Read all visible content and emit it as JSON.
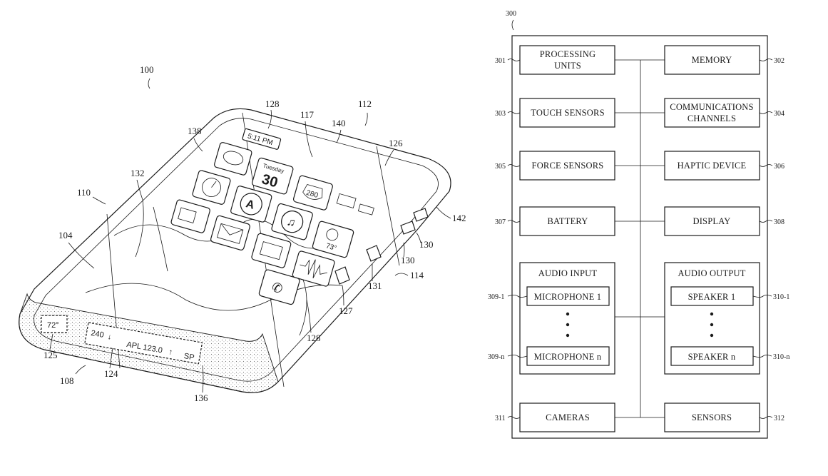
{
  "figure_left": {
    "figure_number": "100",
    "refs": {
      "r100": "100",
      "r128a": "128",
      "r117": "117",
      "r112": "112",
      "r138": "138",
      "r140": "140",
      "r126": "126",
      "r132": "132",
      "r110": "110",
      "r142": "142",
      "r104": "104",
      "r130a": "130",
      "r130b": "130",
      "r114": "114",
      "r131": "131",
      "r127": "127",
      "r128b": "128",
      "r125": "125",
      "r124": "124",
      "r108": "108",
      "r136": "136"
    },
    "screen": {
      "time": "5:11 PM",
      "weekday": "Tuesday",
      "day": "30",
      "highway": "280",
      "temperature": "73°"
    },
    "side_display": {
      "temp": "72°",
      "index": "240",
      "ticker": "APL 123.0",
      "abbr": "SP"
    }
  },
  "figure_right": {
    "figure_number": "300",
    "blocks": {
      "processing_line1": "PROCESSING",
      "processing_line2": "UNITS",
      "memory": "MEMORY",
      "touch": "TOUCH SENSORS",
      "comm_line1": "COMMUNICATIONS",
      "comm_line2": "CHANNELS",
      "force": "FORCE SENSORS",
      "haptic": "HAPTIC DEVICE",
      "battery": "BATTERY",
      "display": "DISPLAY",
      "audio_input": "AUDIO INPUT",
      "mic1": "MICROPHONE 1",
      "micn": "MICROPHONE n",
      "audio_output": "AUDIO OUTPUT",
      "spk1": "SPEAKER 1",
      "spkn": "SPEAKER n",
      "cameras": "CAMERAS",
      "sensors": "SENSORS"
    },
    "refs": {
      "r301": "301",
      "r302": "302",
      "r303": "303",
      "r304": "304",
      "r305": "305",
      "r306": "306",
      "r307": "307",
      "r308": "308",
      "r309_1": "309-1",
      "r309_n": "309-n",
      "r310_1": "310-1",
      "r310_n": "310-n",
      "r311": "311",
      "r312": "312"
    }
  }
}
